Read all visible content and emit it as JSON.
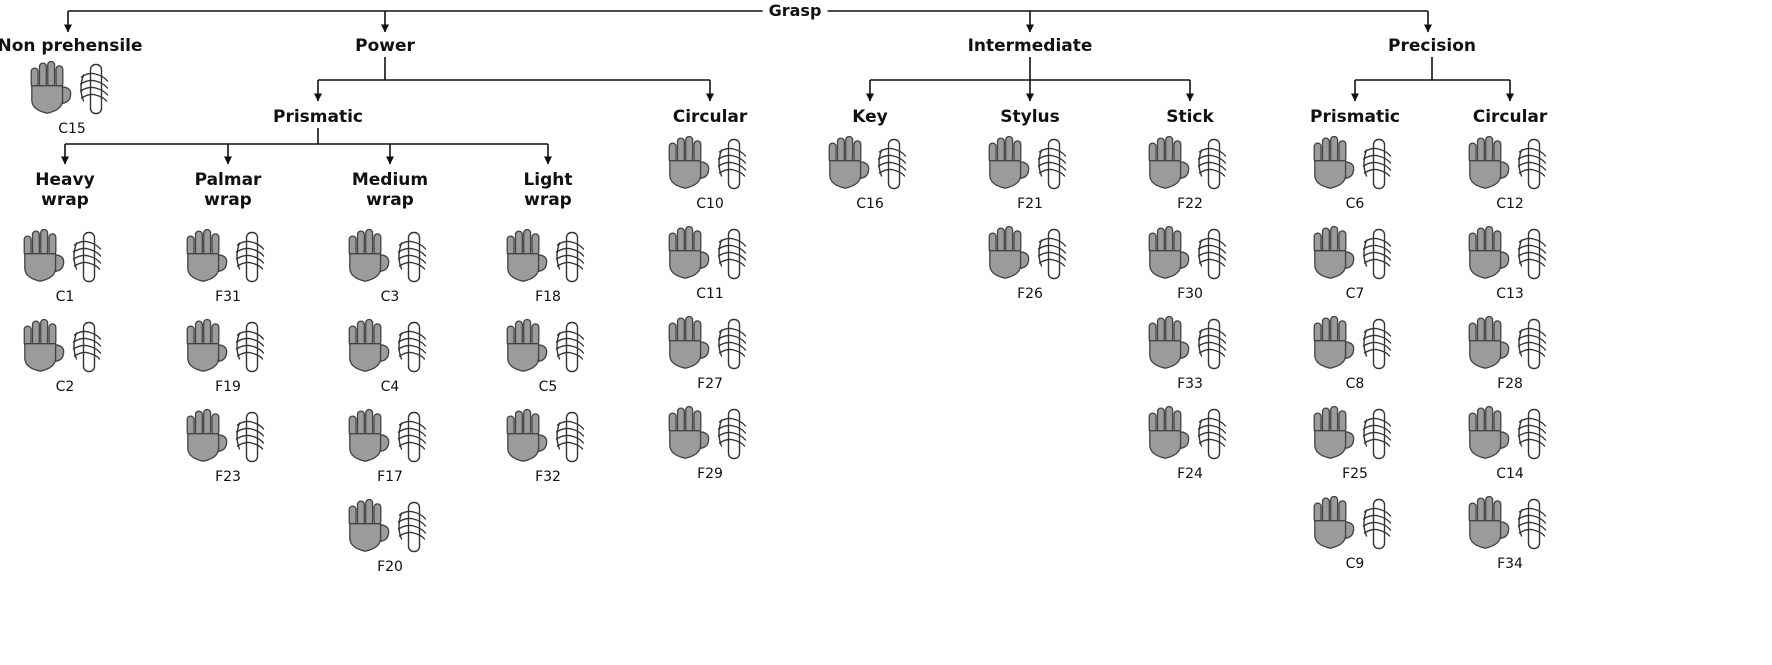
{
  "root_label": "Grasp",
  "branches": {
    "non_prehensile": {
      "label": "Non prehensile",
      "items": [
        "C15"
      ]
    },
    "power": {
      "label": "Power",
      "prismatic": {
        "label": "Prismatic",
        "heavy_wrap": {
          "label": "Heavy wrap",
          "items": [
            "C1",
            "C2"
          ]
        },
        "palmar_wrap": {
          "label": "Palmar wrap",
          "items": [
            "F31",
            "F19",
            "F23"
          ]
        },
        "medium_wrap": {
          "label": "Medium wrap",
          "items": [
            "C3",
            "C4",
            "F17",
            "F20"
          ]
        },
        "light_wrap": {
          "label": "Light wrap",
          "items": [
            "F18",
            "C5",
            "F32"
          ]
        }
      },
      "circular": {
        "label": "Circular",
        "items": [
          "C10",
          "C11",
          "F27",
          "F29"
        ]
      }
    },
    "intermediate": {
      "label": "Intermediate",
      "key": {
        "label": "Key",
        "items": [
          "C16"
        ]
      },
      "stylus": {
        "label": "Stylus",
        "items": [
          "F21",
          "F26"
        ]
      },
      "stick": {
        "label": "Stick",
        "items": [
          "F22",
          "F30",
          "F33",
          "F24"
        ]
      }
    },
    "precision": {
      "label": "Precision",
      "prismatic": {
        "label": "Prismatic",
        "items": [
          "C6",
          "C7",
          "C8",
          "F25",
          "C9"
        ]
      },
      "circular": {
        "label": "Circular",
        "items": [
          "C12",
          "C13",
          "F28",
          "C14",
          "F34"
        ]
      }
    }
  },
  "icons": {
    "hand_contact": "hand-contact-icon",
    "grasp_illustration": "grasp-illustration-icon"
  },
  "colors": {
    "line": "#111111",
    "hand_fill": "#9b9b9b",
    "hand_stroke": "#444444",
    "drawing_stroke": "#333333",
    "background": "#ffffff"
  }
}
